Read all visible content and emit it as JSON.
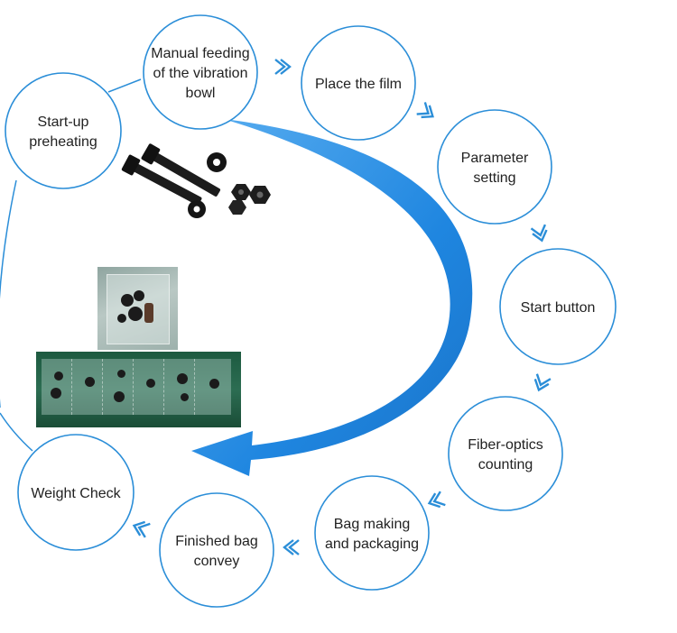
{
  "diagram": {
    "accent_color": "#2b8ed8",
    "circle_fill": "#ffffff",
    "nodes": [
      {
        "id": "manual-feeding",
        "lines": [
          "Manual feeding",
          "of the vibration",
          "bowl"
        ]
      },
      {
        "id": "place-film",
        "lines": [
          "Place the film"
        ]
      },
      {
        "id": "parameter-setting",
        "lines": [
          "Parameter",
          "setting"
        ]
      },
      {
        "id": "start-button",
        "lines": [
          "Start button"
        ]
      },
      {
        "id": "fiber-optics",
        "lines": [
          "Fiber-optics",
          "counting"
        ]
      },
      {
        "id": "bag-making",
        "lines": [
          "Bag making",
          "and packaging"
        ]
      },
      {
        "id": "finished-bag",
        "lines": [
          "Finished bag",
          "convey"
        ]
      },
      {
        "id": "weight-check",
        "lines": [
          "Weight Check"
        ]
      },
      {
        "id": "start-up",
        "lines": [
          "Start-up",
          "preheating"
        ]
      }
    ],
    "illustrations": [
      "bolts-nuts-washers-icon",
      "small-bag-photo",
      "bag-strip-photo"
    ]
  }
}
